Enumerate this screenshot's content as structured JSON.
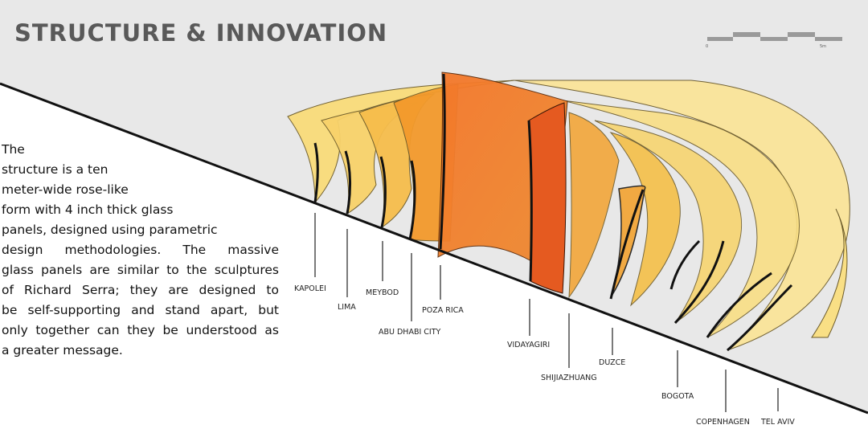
{
  "title": "STRUCTURE & INNOVATION",
  "description": {
    "lines": [
      "The",
      "structure is a ten",
      "meter-wide rose-like",
      "form with 4 inch thick glass",
      "panels, designed using parametric",
      "design methodologies. The massive",
      "glass panels are similar to the sculptures",
      "of Richard Serra; they are designed to",
      "be self-supporting and stand apart, but",
      "only together can they be understood as",
      "a greater message."
    ]
  },
  "scale_bar": {
    "start_label": "0",
    "end_label": "5m"
  },
  "panels": [
    {
      "name": "KAPOLEI",
      "color": "#f9dc7a"
    },
    {
      "name": "LIMA",
      "color": "#f8d26a"
    },
    {
      "name": "MEYBOD",
      "color": "#f6bd4c"
    },
    {
      "name": "ABU DHABI CITY",
      "color": "#f39a2c"
    },
    {
      "name": "POZA RICA",
      "color": "#f0802a"
    },
    {
      "name": "VIDAYAGIRI",
      "color": "#e55a20"
    },
    {
      "name": "SHIJIAZHUANG",
      "color": "#f2a63a"
    },
    {
      "name": "DUZCE",
      "color": "#f5bf48"
    },
    {
      "name": "BOGOTA",
      "color": "#f7d570"
    },
    {
      "name": "COPENHAGEN",
      "color": "#f9df85"
    },
    {
      "name": "TEL AVIV",
      "color": "#fae49a"
    }
  ],
  "colors": {
    "background_band": "#e8e8e8",
    "ground_line": "#111111",
    "title": "#595959"
  }
}
